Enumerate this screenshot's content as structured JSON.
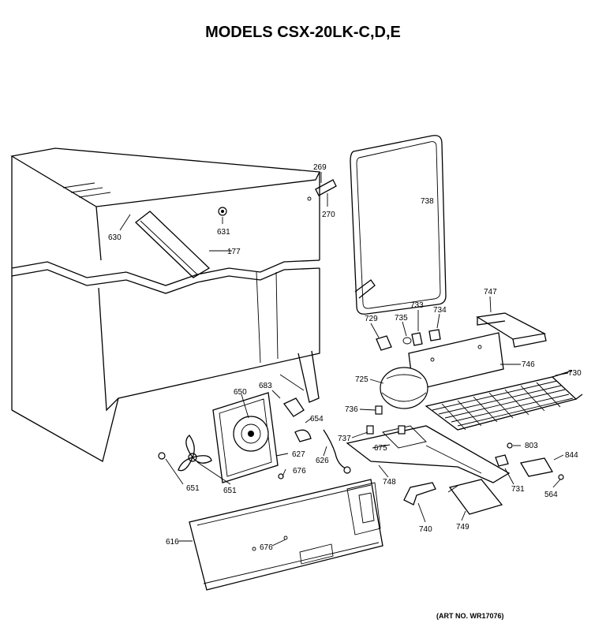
{
  "title": "MODELS CSX-20LK-C,D,E",
  "art_number": "(ART NO. WR17076)",
  "callouts": [
    {
      "id": "269",
      "label": "269"
    },
    {
      "id": "270",
      "label": "270"
    },
    {
      "id": "630",
      "label": "630"
    },
    {
      "id": "631",
      "label": "631"
    },
    {
      "id": "177",
      "label": "177"
    },
    {
      "id": "738",
      "label": "738"
    },
    {
      "id": "747",
      "label": "747"
    },
    {
      "id": "733",
      "label": "733"
    },
    {
      "id": "734",
      "label": "734"
    },
    {
      "id": "729",
      "label": "729"
    },
    {
      "id": "735",
      "label": "735"
    },
    {
      "id": "746",
      "label": "746"
    },
    {
      "id": "725",
      "label": "725"
    },
    {
      "id": "730",
      "label": "730"
    },
    {
      "id": "683",
      "label": "683"
    },
    {
      "id": "650",
      "label": "650"
    },
    {
      "id": "654",
      "label": "654"
    },
    {
      "id": "736",
      "label": "736"
    },
    {
      "id": "737",
      "label": "737"
    },
    {
      "id": "675",
      "label": "675"
    },
    {
      "id": "627",
      "label": "627"
    },
    {
      "id": "626",
      "label": "626"
    },
    {
      "id": "676a",
      "label": "676"
    },
    {
      "id": "748",
      "label": "748"
    },
    {
      "id": "803",
      "label": "803"
    },
    {
      "id": "844",
      "label": "844"
    },
    {
      "id": "731",
      "label": "731"
    },
    {
      "id": "564",
      "label": "564"
    },
    {
      "id": "651a",
      "label": "651"
    },
    {
      "id": "651b",
      "label": "651"
    },
    {
      "id": "740",
      "label": "740"
    },
    {
      "id": "749",
      "label": "749"
    },
    {
      "id": "616",
      "label": "616"
    },
    {
      "id": "676b",
      "label": "676"
    }
  ]
}
